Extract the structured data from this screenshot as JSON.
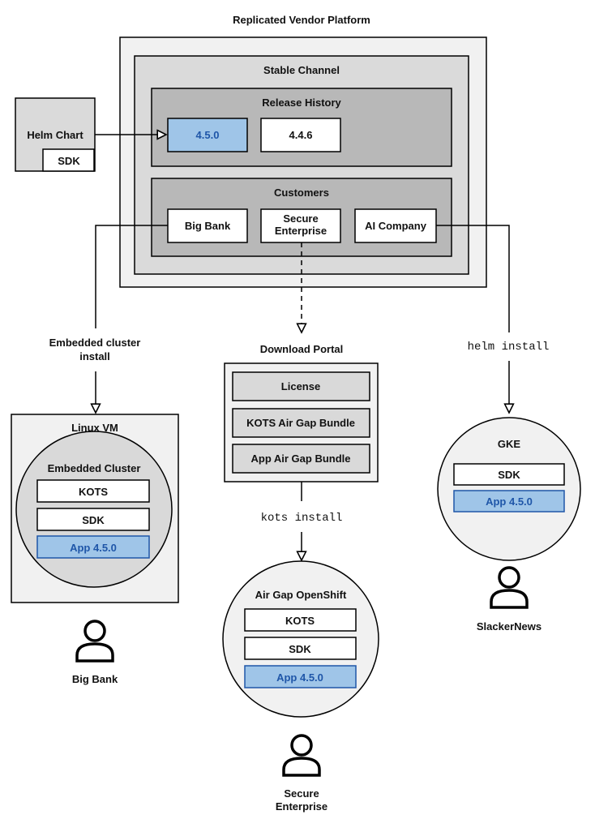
{
  "platform": {
    "title": "Replicated Vendor Platform",
    "channel": "Stable Channel",
    "release_history": {
      "title": "Release History",
      "releases": [
        "4.5.0",
        "4.4.6"
      ]
    },
    "customers": {
      "title": "Customers",
      "items": [
        "Big Bank",
        "Secure\nEnterprise",
        "AI Company"
      ]
    }
  },
  "helm_chart": {
    "title": "Helm Chart",
    "sdk": "SDK"
  },
  "labels": {
    "embedded_install": "Embedded cluster\ninstall",
    "helm_install": "helm install",
    "kots_install": "kots install"
  },
  "download_portal": {
    "title": "Download Portal",
    "items": [
      "License",
      "KOTS Air Gap Bundle",
      "App Air Gap Bundle"
    ]
  },
  "linux_vm": {
    "title": "Linux VM",
    "cluster": "Embedded Cluster",
    "items": [
      "KOTS",
      "SDK",
      "App 4.5.0"
    ],
    "user": "Big Bank"
  },
  "airgap": {
    "title": "Air Gap OpenShift",
    "items": [
      "KOTS",
      "SDK",
      "App 4.5.0"
    ],
    "user": "Secure\nEnterprise"
  },
  "gke": {
    "title": "GKE",
    "items": [
      "SDK",
      "App 4.5.0"
    ],
    "user": "SlackerNews"
  },
  "colors": {
    "outer_fill": "#f1f1f1",
    "channel_fill": "#dadada",
    "section_fill": "#b8b8b8",
    "highlight_fill": "#9fc5e8",
    "highlight_text": "#1f56a8"
  }
}
